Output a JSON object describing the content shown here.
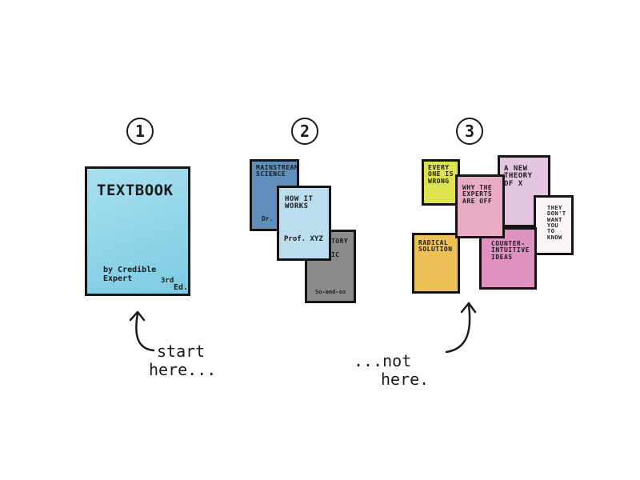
{
  "steps": [
    "1",
    "2",
    "3"
  ],
  "textbook": {
    "title": "TEXTBOOK",
    "author": "by Credible Expert",
    "edition_sup": "3rd",
    "edition": "Ed.",
    "color": "#8fd4e8"
  },
  "mainstream": {
    "books": [
      {
        "title": "MAINSTREAM SCIENCE",
        "author": "Dr.",
        "color": "#5e8db8"
      },
      {
        "title": "HOW IT WORKS",
        "author": "Prof. XYZ",
        "color": "#b9d9ee"
      },
      {
        "title": "HISTORY OF TOPIC",
        "author": "So-and-so",
        "color": "#8a8a8a"
      }
    ]
  },
  "fringe": {
    "books": [
      {
        "title": "EVERY ONE IS WRONG",
        "color": "#dfe34a"
      },
      {
        "title": "WHY THE EXPERTS ARE OFF",
        "color": "#e7a8c3"
      },
      {
        "title": "A NEW THEORY OF X",
        "color": "#e2c4de"
      },
      {
        "title": "THEY DON'T WANT YOU TO KNOW",
        "color": "#f8f2f6"
      },
      {
        "title": "RADICAL SOLUTION",
        "color": "#eec055"
      },
      {
        "title": "COUNTER-INTUITIVE IDEAS",
        "color": "#de8fbf"
      }
    ]
  },
  "captions": {
    "start": [
      "start",
      "here..."
    ],
    "not": [
      "...not",
      "here."
    ]
  }
}
